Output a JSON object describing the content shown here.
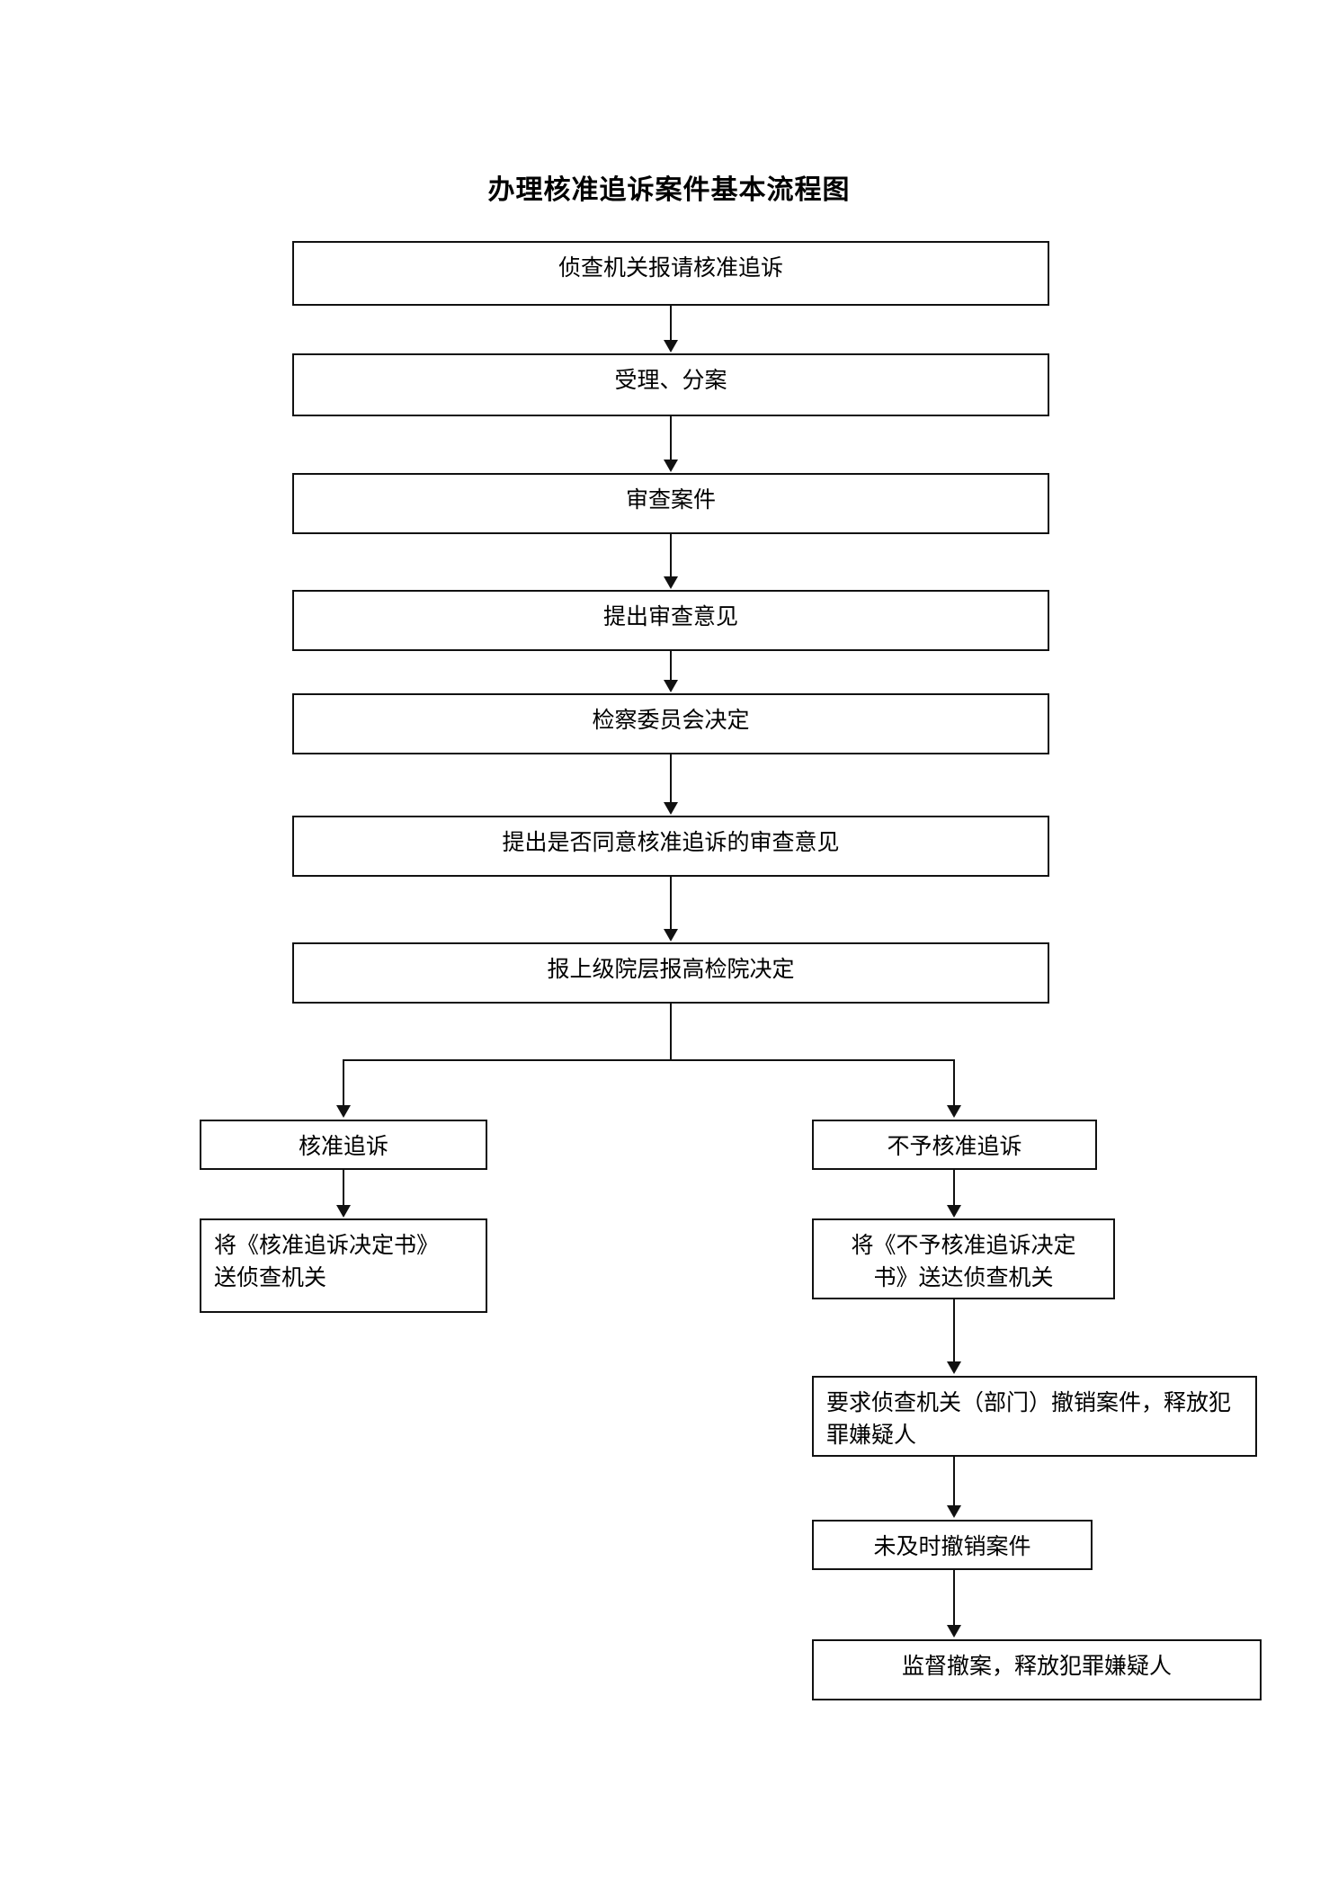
{
  "document": {
    "title": "办理核准追诉案件基本流程图",
    "language": "zh-CN",
    "background_color": "#ffffff",
    "line_color": "#111111",
    "text_color": "#000000"
  },
  "flowchart": {
    "type": "flowchart",
    "orientation": "top-to-bottom",
    "nodes": [
      {
        "id": "n1",
        "label": "侦查机关报请核准追诉",
        "align": "center",
        "column": "main"
      },
      {
        "id": "n2",
        "label": "受理、分案",
        "align": "center",
        "column": "main"
      },
      {
        "id": "n3",
        "label": "审查案件",
        "align": "center",
        "column": "main"
      },
      {
        "id": "n4",
        "label": "提出审查意见",
        "align": "center",
        "column": "main"
      },
      {
        "id": "n5",
        "label": "检察委员会决定",
        "align": "center",
        "column": "main"
      },
      {
        "id": "n6",
        "label": "提出是否同意核准追诉的审查意见",
        "align": "center",
        "column": "main"
      },
      {
        "id": "n7",
        "label": "报上级院层报高检院决定",
        "align": "center",
        "column": "main"
      },
      {
        "id": "n8",
        "label": "核准追诉",
        "align": "center",
        "column": "left-branch"
      },
      {
        "id": "n9",
        "label": "不予核准追诉",
        "align": "center",
        "column": "right-branch"
      },
      {
        "id": "n10",
        "label": "将《核准追诉决定书》\n送侦查机关",
        "align": "left",
        "column": "left-branch"
      },
      {
        "id": "n11",
        "label": "将《不予核准追诉决定\n书》送达侦查机关",
        "align": "center",
        "column": "right-branch"
      },
      {
        "id": "n12",
        "label": "要求侦查机关（部门）撤销案件，释放犯\n罪嫌疑人",
        "align": "left",
        "column": "right-branch"
      },
      {
        "id": "n13",
        "label": "未及时撤销案件",
        "align": "center",
        "column": "right-branch"
      },
      {
        "id": "n14",
        "label": "监督撤案，释放犯罪嫌疑人",
        "align": "center",
        "column": "right-branch"
      }
    ],
    "edges": [
      {
        "from": "n1",
        "to": "n2",
        "style": "arrow-down"
      },
      {
        "from": "n2",
        "to": "n3",
        "style": "arrow-down"
      },
      {
        "from": "n3",
        "to": "n4",
        "style": "arrow-down"
      },
      {
        "from": "n4",
        "to": "n5",
        "style": "arrow-down"
      },
      {
        "from": "n5",
        "to": "n6",
        "style": "arrow-down"
      },
      {
        "from": "n6",
        "to": "n7",
        "style": "arrow-down"
      },
      {
        "from": "n7",
        "to": "n8",
        "style": "split-left"
      },
      {
        "from": "n7",
        "to": "n9",
        "style": "split-right"
      },
      {
        "from": "n8",
        "to": "n10",
        "style": "arrow-down"
      },
      {
        "from": "n9",
        "to": "n11",
        "style": "arrow-down"
      },
      {
        "from": "n11",
        "to": "n12",
        "style": "arrow-down"
      },
      {
        "from": "n12",
        "to": "n13",
        "style": "arrow-down"
      },
      {
        "from": "n13",
        "to": "n14",
        "style": "arrow-down"
      }
    ]
  }
}
